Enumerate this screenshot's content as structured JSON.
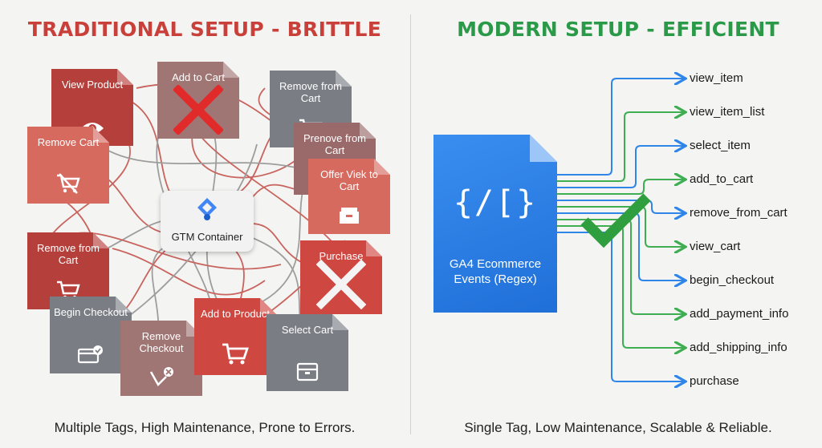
{
  "left": {
    "title": "TRADITIONAL SETUP - BRITTLE",
    "caption": "Multiple Tags, High Maintenance, Prone to Errors.",
    "container_label": "GTM Container",
    "tags": [
      {
        "label": "View Product",
        "icon": "eye-icon"
      },
      {
        "label": "Add to Cart",
        "icon": "x-icon"
      },
      {
        "label": "Remove from Cart",
        "icon": "cart-icon"
      },
      {
        "label": "Remove Cart",
        "icon": "cart-slash-icon"
      },
      {
        "label": "Prenove from Cart",
        "icon": "none"
      },
      {
        "label": "Offer Viek to Cart",
        "icon": "box-icon"
      },
      {
        "label": "Purchase",
        "icon": "x-icon"
      },
      {
        "label": "Remove from Cart",
        "icon": "cart-icon"
      },
      {
        "label": "Begin Checkout",
        "icon": "card-check-icon"
      },
      {
        "label": "Remove Checkout",
        "icon": "cart-x-icon"
      },
      {
        "label": "Add to Product",
        "icon": "cart-icon"
      },
      {
        "label": "Select Cart",
        "icon": "box-icon"
      }
    ]
  },
  "right": {
    "title": "MODERN SETUP - EFFICIENT",
    "caption": "Single Tag, Low Maintenance, Scalable & Reliable.",
    "tag_symbol": "{/[}",
    "tag_label": "GA4 Ecommerce Events (Regex)",
    "events": [
      "view_item",
      "view_item_list",
      "select_item",
      "add_to_cart",
      "remove_from_cart",
      "view_cart",
      "begin_checkout",
      "add_payment_info",
      "add_shipping_info",
      "purchase"
    ]
  },
  "colors": {
    "brittle": "#c9403a",
    "efficient": "#2a9a48",
    "blue": "#2f86e8",
    "green_line": "#3fae52",
    "blue_line": "#2f86e8"
  }
}
